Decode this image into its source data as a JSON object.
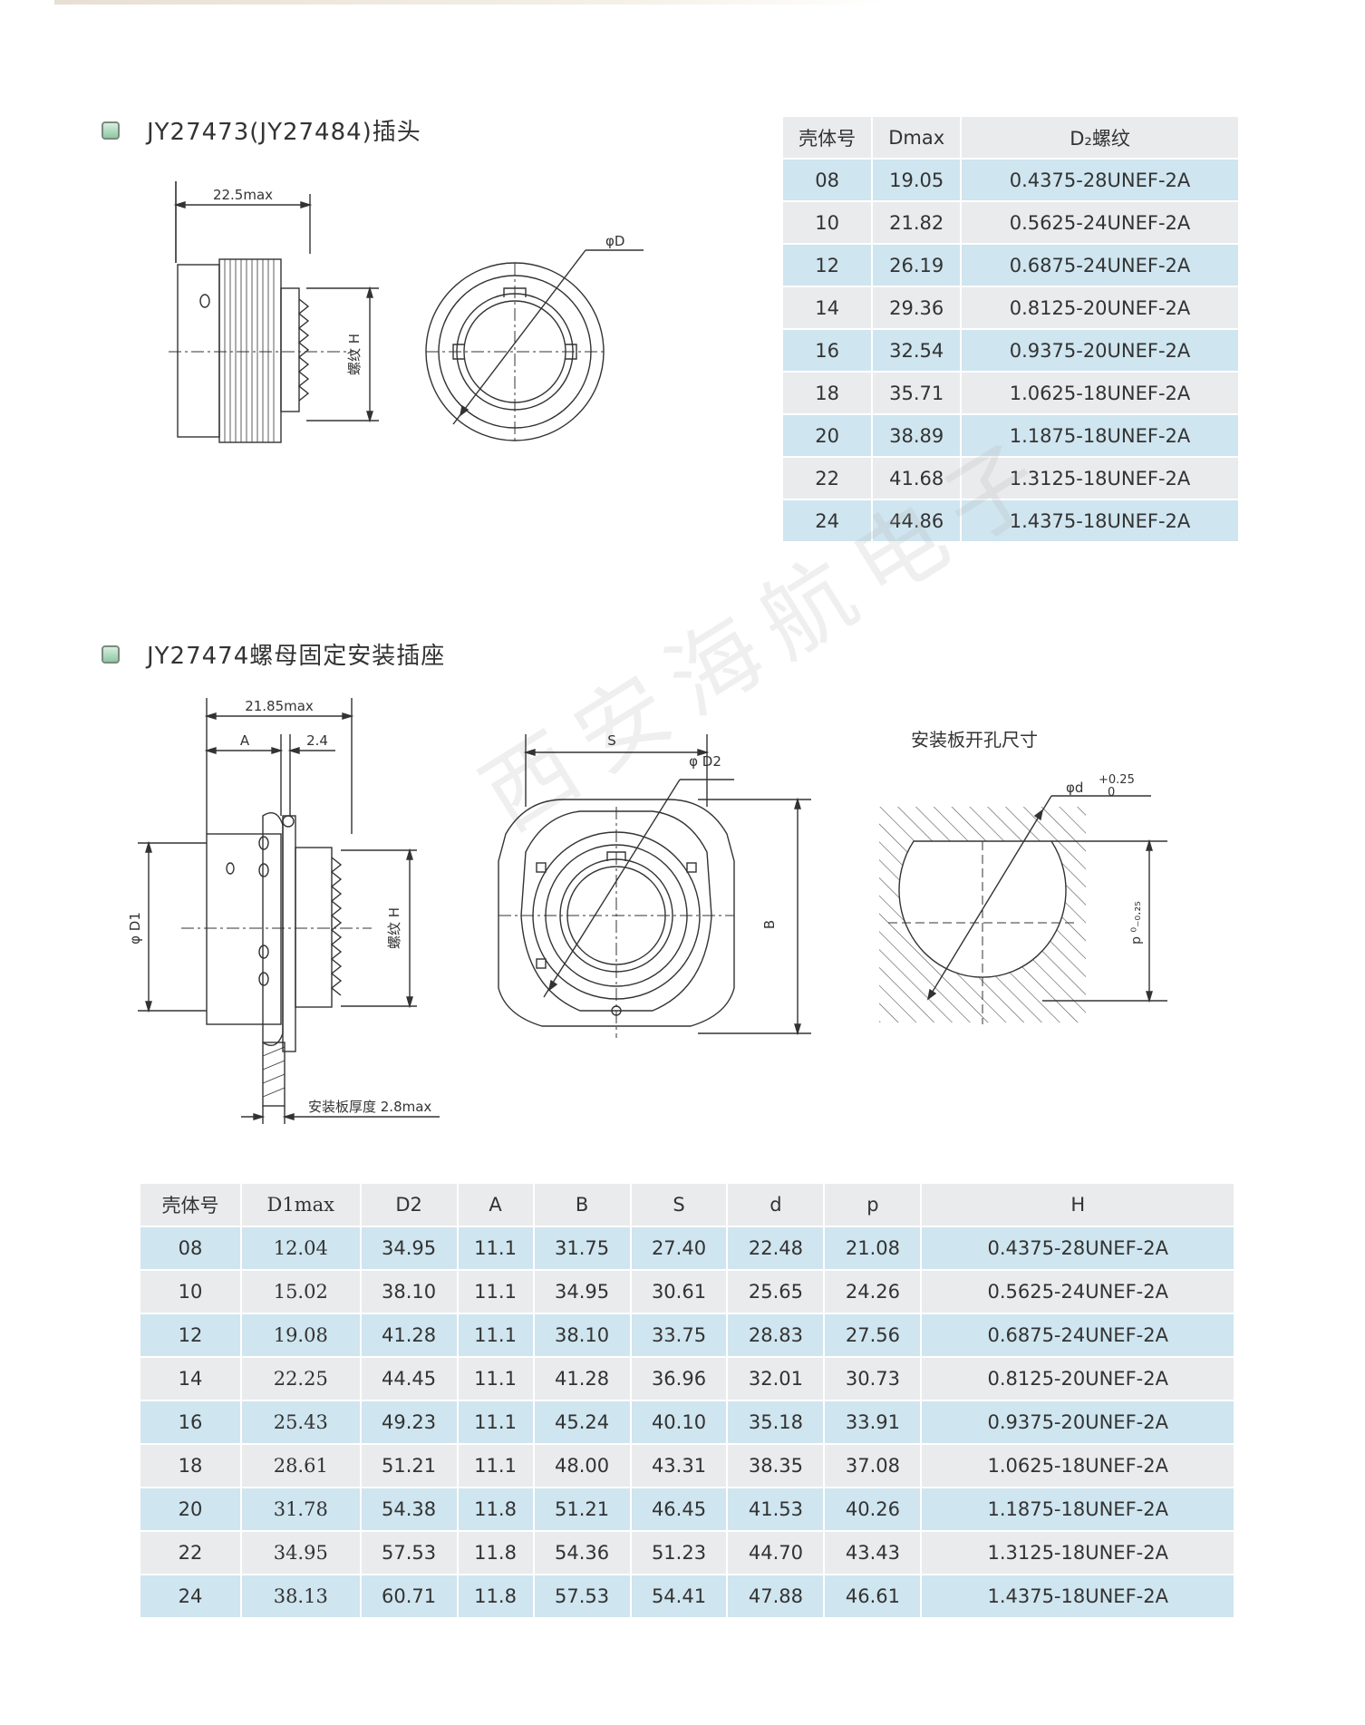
{
  "section1": {
    "title": "JY27473(JY27484)插头"
  },
  "section2": {
    "title": "JY27474螺母固定安装插座"
  },
  "drawing1": {
    "dim_length": "22.5max",
    "dim_thread": "螺纹 H",
    "dim_diameter": "φD"
  },
  "drawing2": {
    "dim_length": "21.85max",
    "dim_a": "A",
    "dim_24": "2.4",
    "dim_d1": "φ D1",
    "dim_thread": "螺纹 H",
    "dim_panel": "安装板厚度 2.8max",
    "dim_s": "S",
    "dim_d2": "φ D2",
    "dim_b": "B",
    "panel_title": "安装板开孔尺寸",
    "dim_phid": "φd",
    "tol_plus": "+0.25",
    "tol_zero": "0",
    "dim_p_tol": "p ⁰₋₀.₂₅"
  },
  "watermark": "西安海航电子",
  "table1": {
    "headers": [
      "壳体号",
      "Dmax",
      "D₂螺纹"
    ],
    "rows": [
      [
        "08",
        "19.05",
        "0.4375-28UNEF-2A"
      ],
      [
        "10",
        "21.82",
        "0.5625-24UNEF-2A"
      ],
      [
        "12",
        "26.19",
        "0.6875-24UNEF-2A"
      ],
      [
        "14",
        "29.36",
        "0.8125-20UNEF-2A"
      ],
      [
        "16",
        "32.54",
        "0.9375-20UNEF-2A"
      ],
      [
        "18",
        "35.71",
        "1.0625-18UNEF-2A"
      ],
      [
        "20",
        "38.89",
        "1.1875-18UNEF-2A"
      ],
      [
        "22",
        "41.68",
        "1.3125-18UNEF-2A"
      ],
      [
        "24",
        "44.86",
        "1.4375-18UNEF-2A"
      ]
    ]
  },
  "table2": {
    "headers": [
      "壳体号",
      "D1max",
      "D2",
      "A",
      "B",
      "S",
      "d",
      "p",
      "H"
    ],
    "rows": [
      [
        "08",
        "12.04",
        "34.95",
        "11.1",
        "31.75",
        "27.40",
        "22.48",
        "21.08",
        "0.4375-28UNEF-2A"
      ],
      [
        "10",
        "15.02",
        "38.10",
        "11.1",
        "34.95",
        "30.61",
        "25.65",
        "24.26",
        "0.5625-24UNEF-2A"
      ],
      [
        "12",
        "19.08",
        "41.28",
        "11.1",
        "38.10",
        "33.75",
        "28.83",
        "27.56",
        "0.6875-24UNEF-2A"
      ],
      [
        "14",
        "22.25",
        "44.45",
        "11.1",
        "41.28",
        "36.96",
        "32.01",
        "30.73",
        "0.8125-20UNEF-2A"
      ],
      [
        "16",
        "25.43",
        "49.23",
        "11.1",
        "45.24",
        "40.10",
        "35.18",
        "33.91",
        "0.9375-20UNEF-2A"
      ],
      [
        "18",
        "28.61",
        "51.21",
        "11.1",
        "48.00",
        "43.31",
        "38.35",
        "37.08",
        "1.0625-18UNEF-2A"
      ],
      [
        "20",
        "31.78",
        "54.38",
        "11.8",
        "51.21",
        "46.45",
        "41.53",
        "40.26",
        "1.1875-18UNEF-2A"
      ],
      [
        "22",
        "34.95",
        "57.53",
        "11.8",
        "54.36",
        "51.23",
        "44.70",
        "43.43",
        "1.3125-18UNEF-2A"
      ],
      [
        "24",
        "38.13",
        "60.71",
        "11.8",
        "57.53",
        "54.41",
        "47.88",
        "46.61",
        "1.4375-18UNEF-2A"
      ]
    ]
  }
}
